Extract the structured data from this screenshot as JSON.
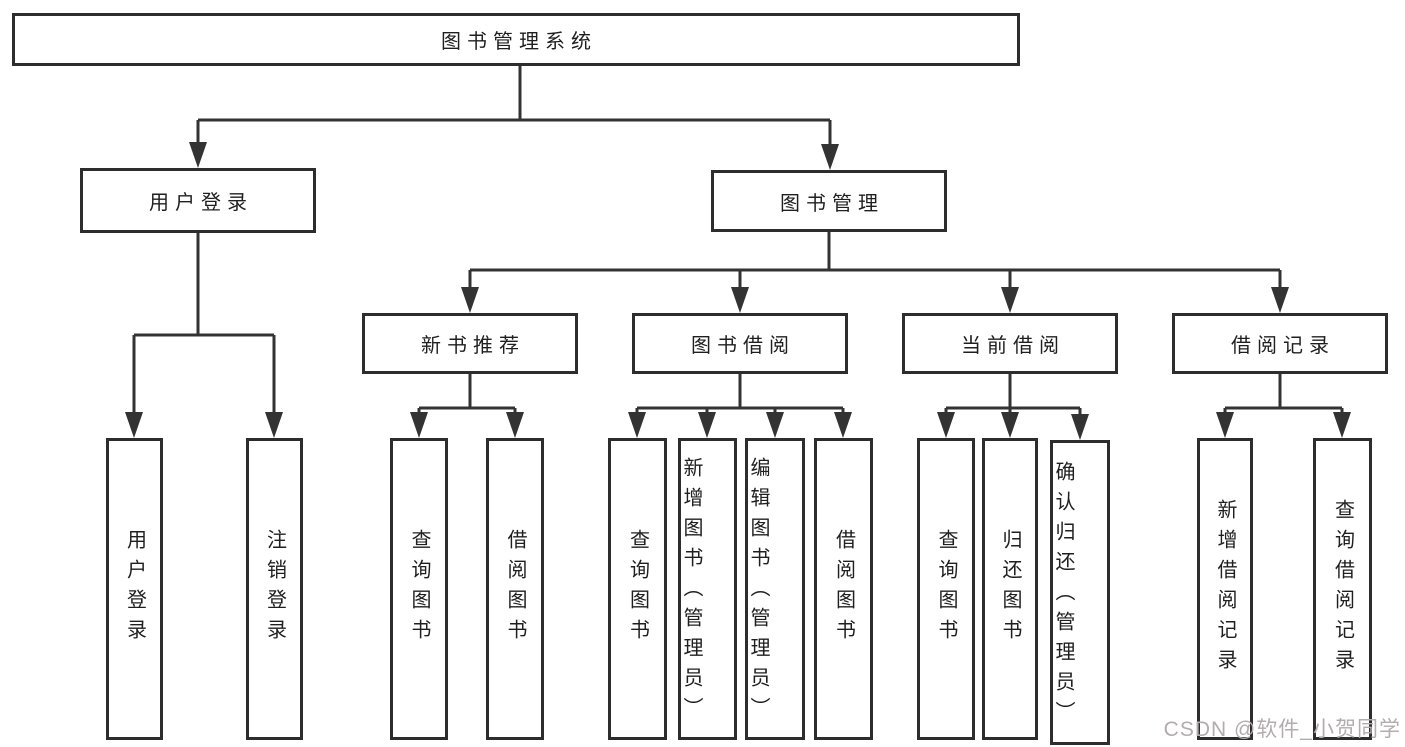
{
  "diagram": {
    "root": {
      "label": "图书管理系统"
    },
    "branches": [
      {
        "label": "用户登录",
        "children": [
          {
            "label": "用户登录"
          },
          {
            "label": "注销登录"
          }
        ]
      },
      {
        "label": "图书管理",
        "children": [
          {
            "label": "新书推荐",
            "children": [
              {
                "label": "查询图书"
              },
              {
                "label": "借阅图书"
              }
            ]
          },
          {
            "label": "图书借阅",
            "children": [
              {
                "label": "查询图书"
              },
              {
                "label": "新增图书（管理员）"
              },
              {
                "label": "编辑图书（管理员）"
              },
              {
                "label": "借阅图书"
              }
            ]
          },
          {
            "label": "当前借阅",
            "children": [
              {
                "label": "查询图书"
              },
              {
                "label": "归还图书"
              },
              {
                "label": "确认归还（管理员）"
              }
            ]
          },
          {
            "label": "借阅记录",
            "children": [
              {
                "label": "新增借阅记录"
              },
              {
                "label": "查询借阅记录"
              }
            ]
          }
        ]
      }
    ]
  },
  "watermark": {
    "text": "CSDN @软件_小贺同学"
  },
  "colors": {
    "line": "#333333",
    "box_border": "#2d2d2d",
    "text": "#1f1f1f",
    "watermark": "#b3acae",
    "background": "#ffffff"
  }
}
